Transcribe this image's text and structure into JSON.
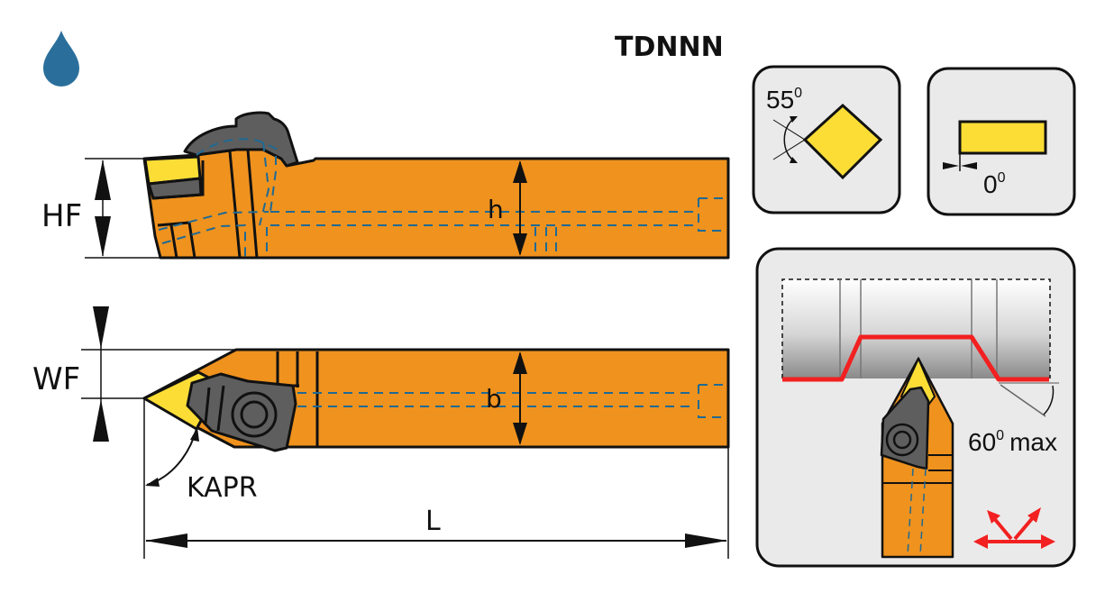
{
  "title": "TDNNN",
  "coolant_icon": "coolant-drop-icon",
  "colors": {
    "body_orange": "#ef921e",
    "insert_yellow": "#fbdd36",
    "clamp_gray": "#5e5e5e",
    "coolant_blue": "#2a6f9b",
    "hidden_line_blue": "#1f6a94",
    "panel_bg": "#ebeaea",
    "profile_red": "#f22020"
  },
  "side_view": {
    "dimensions": {
      "hf": "HF",
      "h": "h"
    }
  },
  "top_view": {
    "dimensions": {
      "wf": "WF",
      "b": "b",
      "kapr": "KAPR",
      "l": "L"
    }
  },
  "panels": {
    "insert_shape": {
      "angle_label": "55",
      "angle_unit": "0"
    },
    "clearance": {
      "angle_label": "0",
      "angle_unit": "0"
    },
    "application": {
      "max_angle_label": "60",
      "angle_unit": "0",
      "max_suffix": "max",
      "feed_directions_icon": "feed-directions-arrows-icon"
    }
  }
}
